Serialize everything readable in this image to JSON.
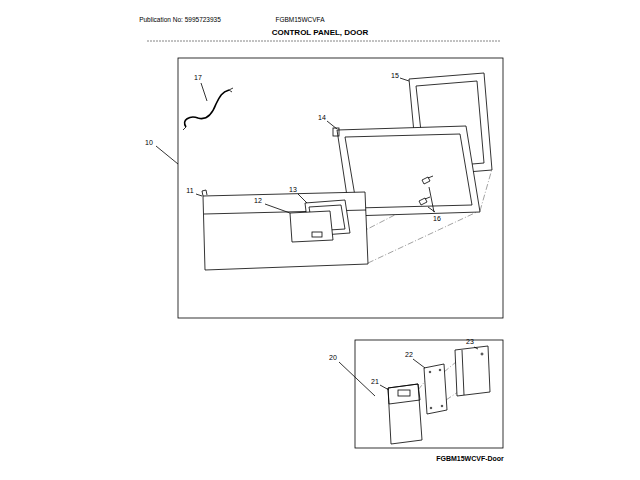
{
  "diagram": {
    "title": "CONTROL PANEL, DOOR",
    "labels": [
      "Publication No: 5995723935",
      "FGBM15WCVFA",
      "17",
      "15",
      "14",
      "10",
      "11",
      "13",
      "12",
      "16",
      "20",
      "23",
      "22",
      "21",
      "FGBM15WCVF-Door"
    ]
  }
}
